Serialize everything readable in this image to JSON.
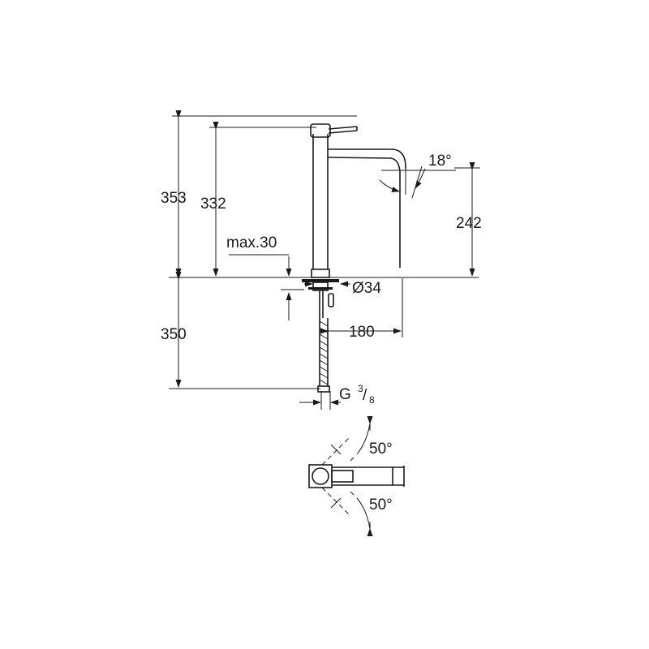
{
  "dimensions": {
    "total_height": "353",
    "lever_height": "332",
    "spout_height": "242",
    "max_deck": "max.30",
    "hole_diameter": "Ø34",
    "below_deck": "350",
    "spout_reach": "180",
    "angle_spout": "18°",
    "connection_prefix": "G",
    "connection_num": "3",
    "connection_den": "8",
    "lever_angle_top": "50°",
    "lever_angle_bottom": "50°"
  }
}
